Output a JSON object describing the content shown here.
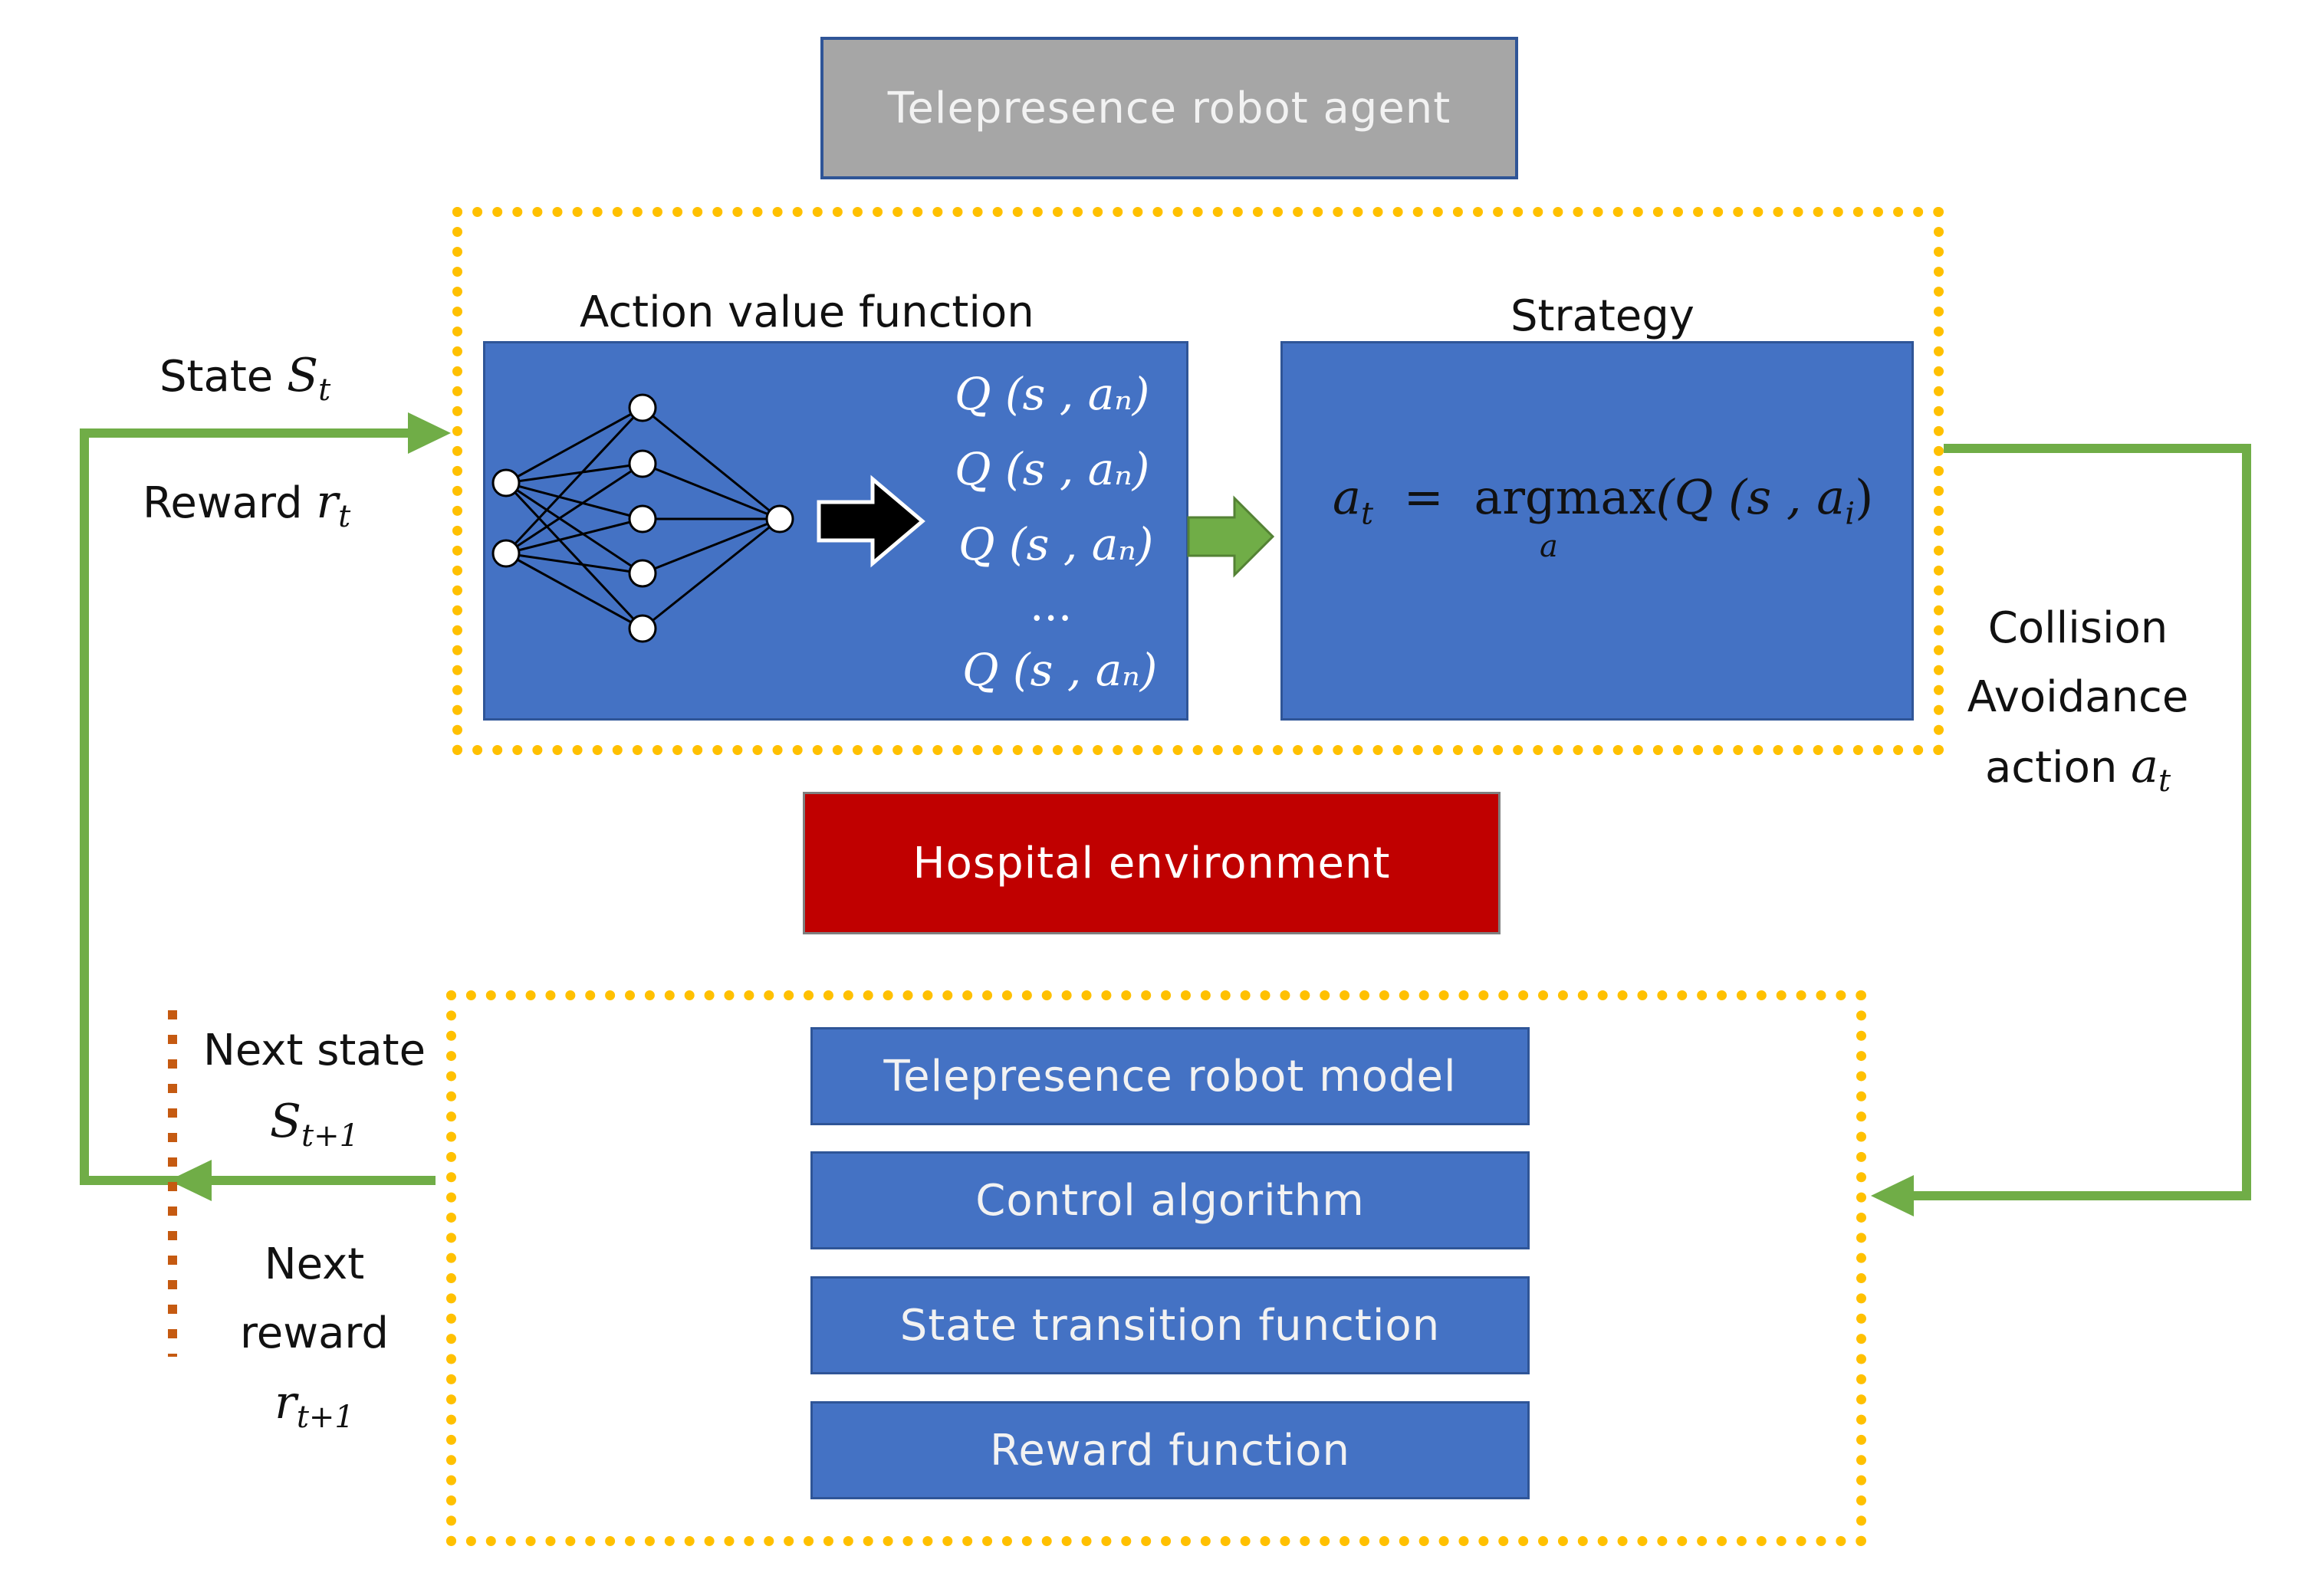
{
  "agent": {
    "title": "Telepresence robot agent"
  },
  "agent_block": {
    "action_value_label": "Action value function",
    "strategy_label": "Strategy",
    "q_values": [
      "Q (s , aₙ)",
      "Q (s , aₙ)",
      "Q (s , aₙ)",
      "...",
      "Q (s , aₙ)"
    ],
    "formula": {
      "lhs": "a",
      "lhs_sub": "t",
      "equals": "=",
      "op": "argmax",
      "op_sub": "a",
      "arg": "(Q (s , a",
      "arg_sub": "i",
      "close": ")"
    }
  },
  "left_labels": {
    "state": "State",
    "state_sym": "S",
    "state_sub": "t",
    "reward": "Reward",
    "reward_sym": "r",
    "reward_sub": "t"
  },
  "right_labels": {
    "line1": "Collision",
    "line2": "Avoidance",
    "line3": "action",
    "sym": "a",
    "sub": "t"
  },
  "environment": {
    "title": "Hospital environment",
    "components": [
      "Telepresence robot model",
      "Control algorithm",
      "State transition function",
      "Reward function"
    ]
  },
  "next_labels": {
    "next_state": "Next state",
    "next_state_sym": "S",
    "next_state_sub": "t+1",
    "next": "Next",
    "reward": "reward",
    "reward_sym": "r",
    "reward_sub": "t+1"
  },
  "colors": {
    "blue_fill": "#4472c4",
    "gray_fill": "#a6a6a6",
    "red_fill": "#c00000",
    "green_arrow": "#70ad47",
    "dotted_border": "#ffc000",
    "brown_dots": "#c55a11"
  }
}
